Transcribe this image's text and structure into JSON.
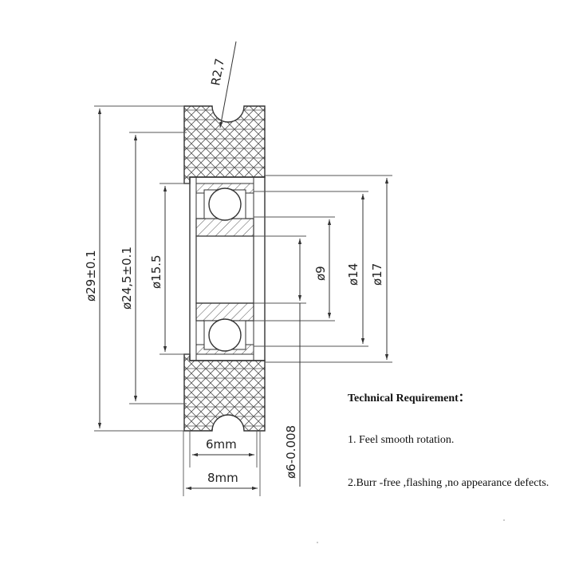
{
  "dimensions": {
    "radius": "R2,7",
    "outer_diameter": "ø29±0.1",
    "groove_diameter": "ø24,5±0.1",
    "hub_diameter": "ø15.5",
    "bore_diameter": "ø9",
    "bearing_inner": "ø14",
    "bearing_outer": "ø17",
    "shaft_diameter": "ø6-0.008",
    "groove_width": "6mm",
    "total_width": "8mm"
  },
  "notes": {
    "title": "Technical Requirement：",
    "items": [
      "1. Feel smooth rotation.",
      "2.Burr -free ,flashing ,no appearance defects."
    ]
  },
  "colors": {
    "line": "#333333",
    "hatch": "#555555",
    "background": "#ffffff"
  }
}
